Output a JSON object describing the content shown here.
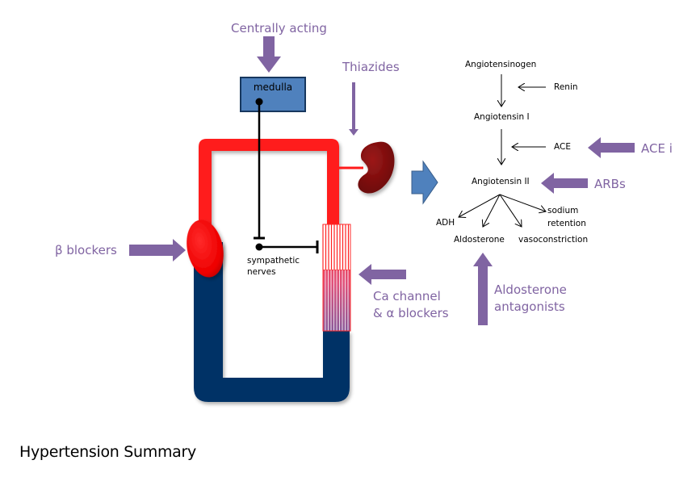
{
  "title": "Hypertension Summary",
  "colors": {
    "drug_label": "#8064a2",
    "drug_arrow": "#8064a2",
    "arterial": "#ff1a1a",
    "venous": "#003366",
    "medulla_fill": "#4f81bd",
    "medulla_border": "#17375e",
    "kidney": "#8b0e0e",
    "flow_arrow": "#4f81bd"
  },
  "circulation": {
    "medulla_label": "medulla",
    "sympathetic_label_line1": "sympathetic",
    "sympathetic_label_line2": "nerves"
  },
  "drugs": {
    "centrally_acting": "Centrally acting",
    "thiazides": "Thiazides",
    "beta_blockers": "β blockers",
    "ca_channel_line1": "Ca channel",
    "ca_channel_line2": "& α blockers",
    "ace_inhibitors": "ACE i",
    "arbs": "ARBs",
    "aldosterone_antagonists_line1": "Aldosterone",
    "aldosterone_antagonists_line2": "antagonists"
  },
  "raas": {
    "angiotensinogen": "Angiotensinogen",
    "renin": "Renin",
    "angiotensin_1": "Angiotensin  I",
    "ace": "ACE",
    "angiotensin_2": "Angiotensin  II",
    "adh": "ADH",
    "aldosterone": "Aldosterone",
    "vasoconstriction": "vasoconstriction",
    "sodium_line1": "sodium",
    "sodium_line2": "retention"
  }
}
